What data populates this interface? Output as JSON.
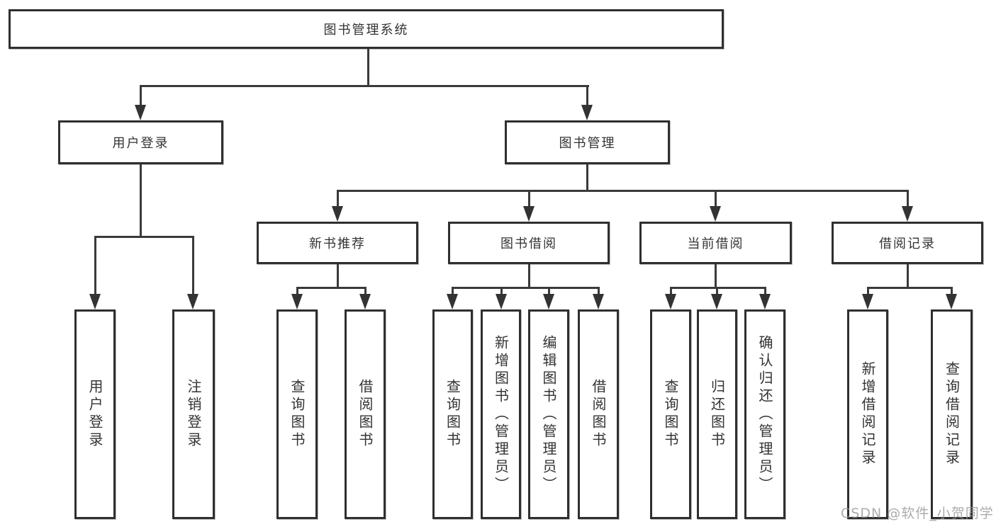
{
  "diagram_title": "图书管理系统",
  "tree": {
    "label": "图书管理系统",
    "children": [
      {
        "label": "用户登录",
        "children": [
          {
            "label": "用户登录"
          },
          {
            "label": "注销登录"
          }
        ]
      },
      {
        "label": "图书管理",
        "children": [
          {
            "label": "新书推荐",
            "children": [
              {
                "label": "查询图书"
              },
              {
                "label": "借阅图书"
              }
            ]
          },
          {
            "label": "图书借阅",
            "children": [
              {
                "label": "查询图书"
              },
              {
                "label": "新增图书（管理员）"
              },
              {
                "label": "编辑图书（管理员）"
              },
              {
                "label": "借阅图书"
              }
            ]
          },
          {
            "label": "当前借阅",
            "children": [
              {
                "label": "查询图书"
              },
              {
                "label": "归还图书"
              },
              {
                "label": "确认归还（管理员）"
              }
            ]
          },
          {
            "label": "借阅记录",
            "children": [
              {
                "label": "新增借阅记录"
              },
              {
                "label": "查询借阅记录"
              }
            ]
          }
        ]
      }
    ]
  },
  "watermark": "CSDN @软件_小贺同学",
  "colors": {
    "line": "#3a3a3a",
    "border": "#2f2f2f",
    "text": "#333333",
    "background": "#ffffff",
    "watermark": "#969696"
  }
}
